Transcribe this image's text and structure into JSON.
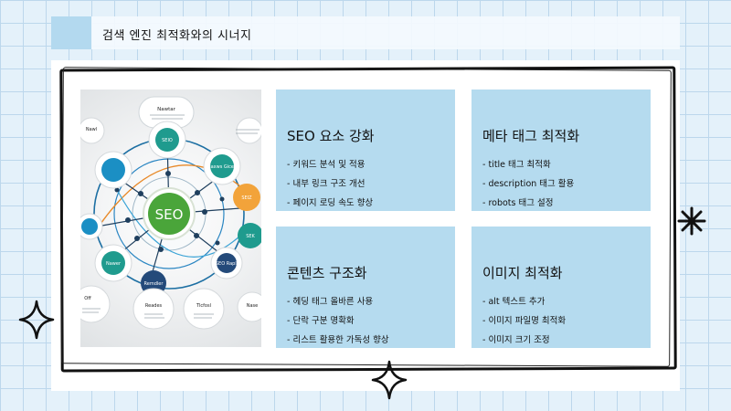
{
  "slide": {
    "title": "검색 엔진 최적화와의 시너지"
  },
  "diagram": {
    "center_label": "SEO",
    "nodes": [
      {
        "label": "SEIO",
        "sub": "Nawtar"
      },
      {
        "label": "Naxws Gicen",
        "sub": ""
      },
      {
        "label": "SEIZ",
        "sub": ""
      },
      {
        "label": "SEK",
        "sub": ""
      },
      {
        "label": "SEO Rapli",
        "sub": ""
      },
      {
        "label": "Nawer",
        "sub": ""
      },
      {
        "label": "Remdler",
        "sub": ""
      },
      {
        "label": "Reades",
        "sub": ""
      },
      {
        "label": "Tlcfosl",
        "sub": ""
      },
      {
        "label": "Off",
        "sub": ""
      },
      {
        "label": "Nase",
        "sub": ""
      },
      {
        "label": "Nawl",
        "sub": ""
      }
    ]
  },
  "cards": [
    {
      "heading": "SEO 요소 강화",
      "items": [
        "키워드 분석 및 적용",
        "내부 링크 구조 개선",
        "페이지 로딩 속도 향상"
      ]
    },
    {
      "heading": "메타 태그 최적화",
      "items": [
        "title 태그 최적화",
        "description 태그 활용",
        "robots 태그 설정"
      ]
    },
    {
      "heading": "콘텐츠 구조화",
      "items": [
        "헤딩 태그 올바른 사용",
        "단락 구분 명확화",
        "리스트 활용한 가독성 향상"
      ]
    },
    {
      "heading": "이미지 최적화",
      "items": [
        "alt 텍스트 추가",
        "이미지 파일명 최적화",
        "이미지 크기 조정"
      ]
    }
  ],
  "colors": {
    "card_fill": "#b5dbef",
    "title_swatch": "#b3d9ef",
    "center_node": "#4aa53a",
    "ring_blue": "#1d6fa3"
  }
}
